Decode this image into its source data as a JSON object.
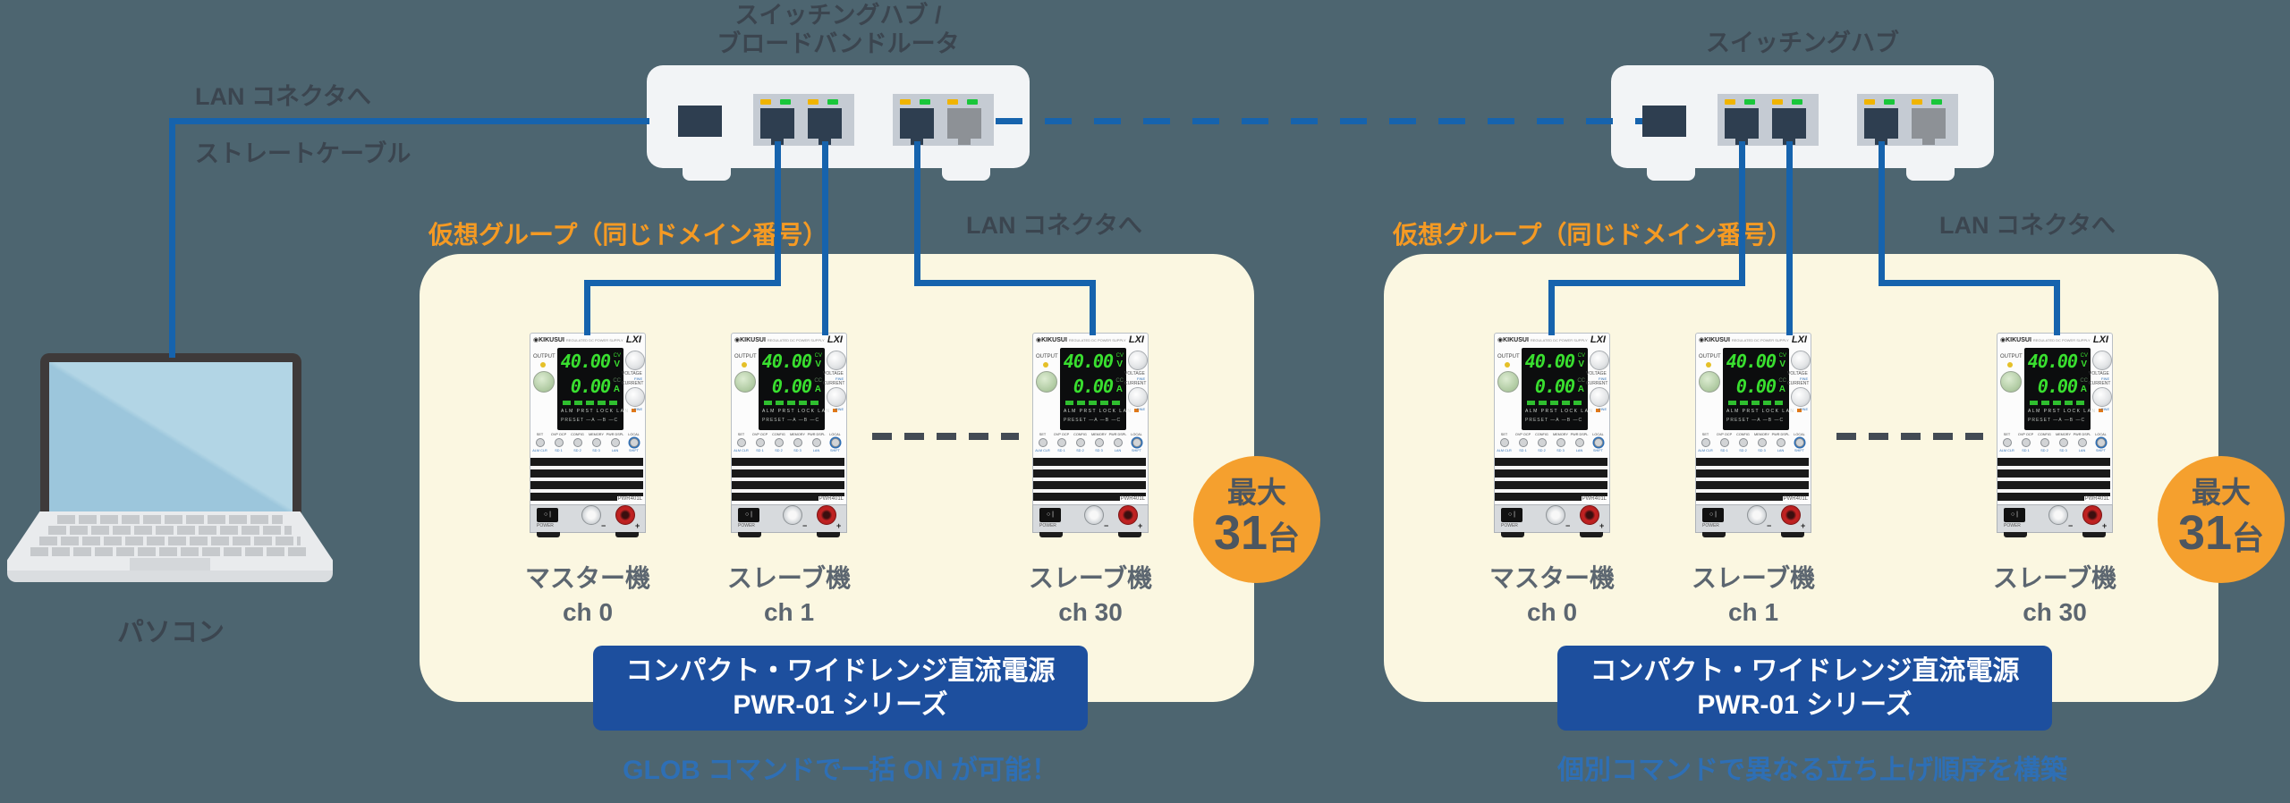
{
  "colors": {
    "background": "#4d6570",
    "cable_blue": "#1663ad",
    "group_background": "#fbf7e1",
    "accent_orange": "#f59a23",
    "badge_orange": "#f5a02e",
    "product_box_blue": "#1d4f9e",
    "note_blue": "#2e6fb5",
    "label_dark": "#3b454f",
    "label_gray": "#5c6670"
  },
  "pc": {
    "label": "パソコン",
    "lan_label": "LAN コネクタへ",
    "cable_label": "ストレートケーブル"
  },
  "hub1": {
    "title_line1": "スイッチングハブ /",
    "title_line2": "ブロードバンドルータ",
    "lan_label": "LAN コネクタへ"
  },
  "hub2": {
    "title": "スイッチングハブ",
    "lan_label": "LAN コネクタへ"
  },
  "groups": [
    {
      "virtual_group_label": "仮想グループ（同じドメイン番号）",
      "devices": [
        {
          "role": "マスター機",
          "channel": "ch 0"
        },
        {
          "role": "スレーブ機",
          "channel": "ch 1"
        },
        {
          "role": "スレーブ機",
          "channel": "ch 30"
        }
      ],
      "badge": {
        "prefix": "最大",
        "number": "31",
        "suffix": "台"
      },
      "product_line1": "コンパクト・ワイドレンジ直流電源",
      "product_line2": "PWR-01 シリーズ",
      "note": "GLOB コマンドで一括 ON が可能！"
    },
    {
      "virtual_group_label": "仮想グループ（同じドメイン番号）",
      "devices": [
        {
          "role": "マスター機",
          "channel": "ch 0"
        },
        {
          "role": "スレーブ機",
          "channel": "ch 1"
        },
        {
          "role": "スレーブ機",
          "channel": "ch 30"
        }
      ],
      "badge": {
        "prefix": "最大",
        "number": "31",
        "suffix": "台"
      },
      "product_line1": "コンパクト・ワイドレンジ直流電源",
      "product_line2": "PWR-01 シリーズ",
      "note": "個別コマンドで異なる立ち上げ順序を構築"
    }
  ],
  "psu": {
    "brand": "◉KIKUSUI",
    "brand_sub": "REGULATED DC POWER SUPPLY",
    "lxi": "LXI",
    "output": "OUTPUT",
    "voltage_value": "40.00",
    "cv": "CV",
    "voltage_unit": "V",
    "current_value": "0.00",
    "cc": "CC",
    "current_unit": "A",
    "status_row": "ALM PRST LOCK LAN",
    "preset_row": "PRESET ―A ―B ―C",
    "voltage_label": "VOLTAGE",
    "current_label": "CURRENT",
    "fine": "FINE",
    "buttons": [
      "SET",
      "OVP OCP",
      "CONFIG",
      "MEMORY",
      "PWR DSPL",
      "LOCAL"
    ],
    "button_subs": [
      "ALM CLR",
      "SD 1",
      "SD 2",
      "SD 3",
      "LAN",
      "SHIFT"
    ],
    "model": "PWR401L",
    "power_label": "POWER",
    "minus": "−",
    "plus": "+"
  }
}
